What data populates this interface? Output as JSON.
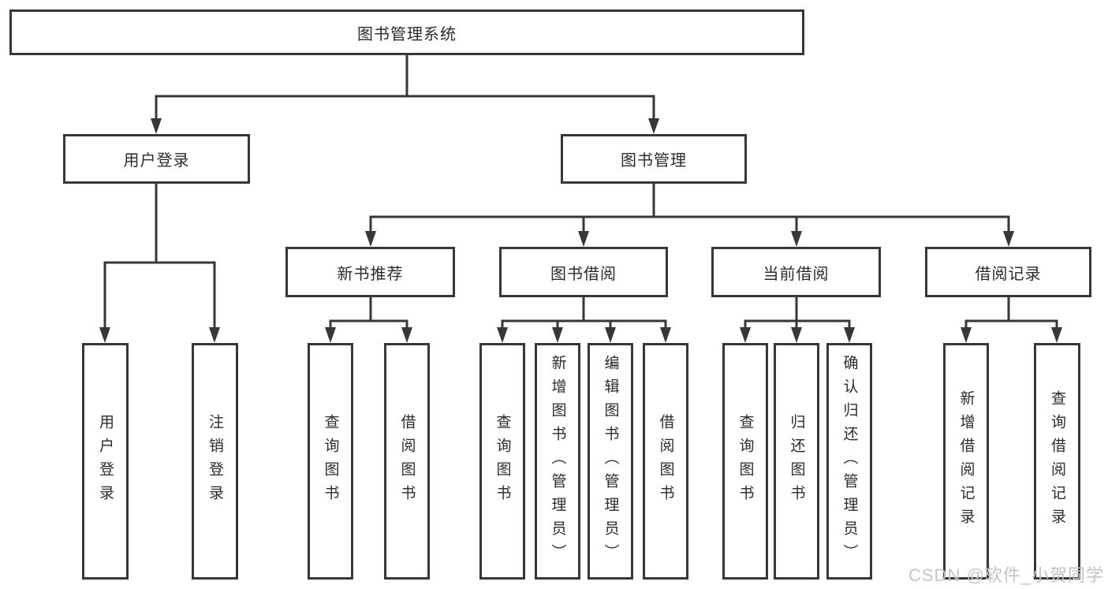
{
  "diagram": {
    "tree": {
      "label": "图书管理系统",
      "children": [
        {
          "label": "用户登录",
          "children": [
            {
              "label": "用户登录"
            },
            {
              "label": "注销登录"
            }
          ]
        },
        {
          "label": "图书管理",
          "children": [
            {
              "label": "新书推荐",
              "children": [
                {
                  "label": "查询图书"
                },
                {
                  "label": "借阅图书"
                }
              ]
            },
            {
              "label": "图书借阅",
              "children": [
                {
                  "label": "查询图书"
                },
                {
                  "label": "新增图书（管理员）"
                },
                {
                  "label": "编辑图书（管理员）"
                },
                {
                  "label": "借阅图书"
                }
              ]
            },
            {
              "label": "当前借阅",
              "children": [
                {
                  "label": "查询图书"
                },
                {
                  "label": "归还图书"
                },
                {
                  "label": "确认归还（管理员）"
                }
              ]
            },
            {
              "label": "借阅记录",
              "children": [
                {
                  "label": "新增借阅记录"
                },
                {
                  "label": "查询借阅记录"
                }
              ]
            }
          ]
        }
      ]
    },
    "watermark": "CSDN @软件_小贺同学",
    "colors": {
      "line": "#373737",
      "box_border": "#373737",
      "box_fill": "#ffffff",
      "text": "#2b2b2b",
      "watermark": "#c3c3c3"
    }
  }
}
